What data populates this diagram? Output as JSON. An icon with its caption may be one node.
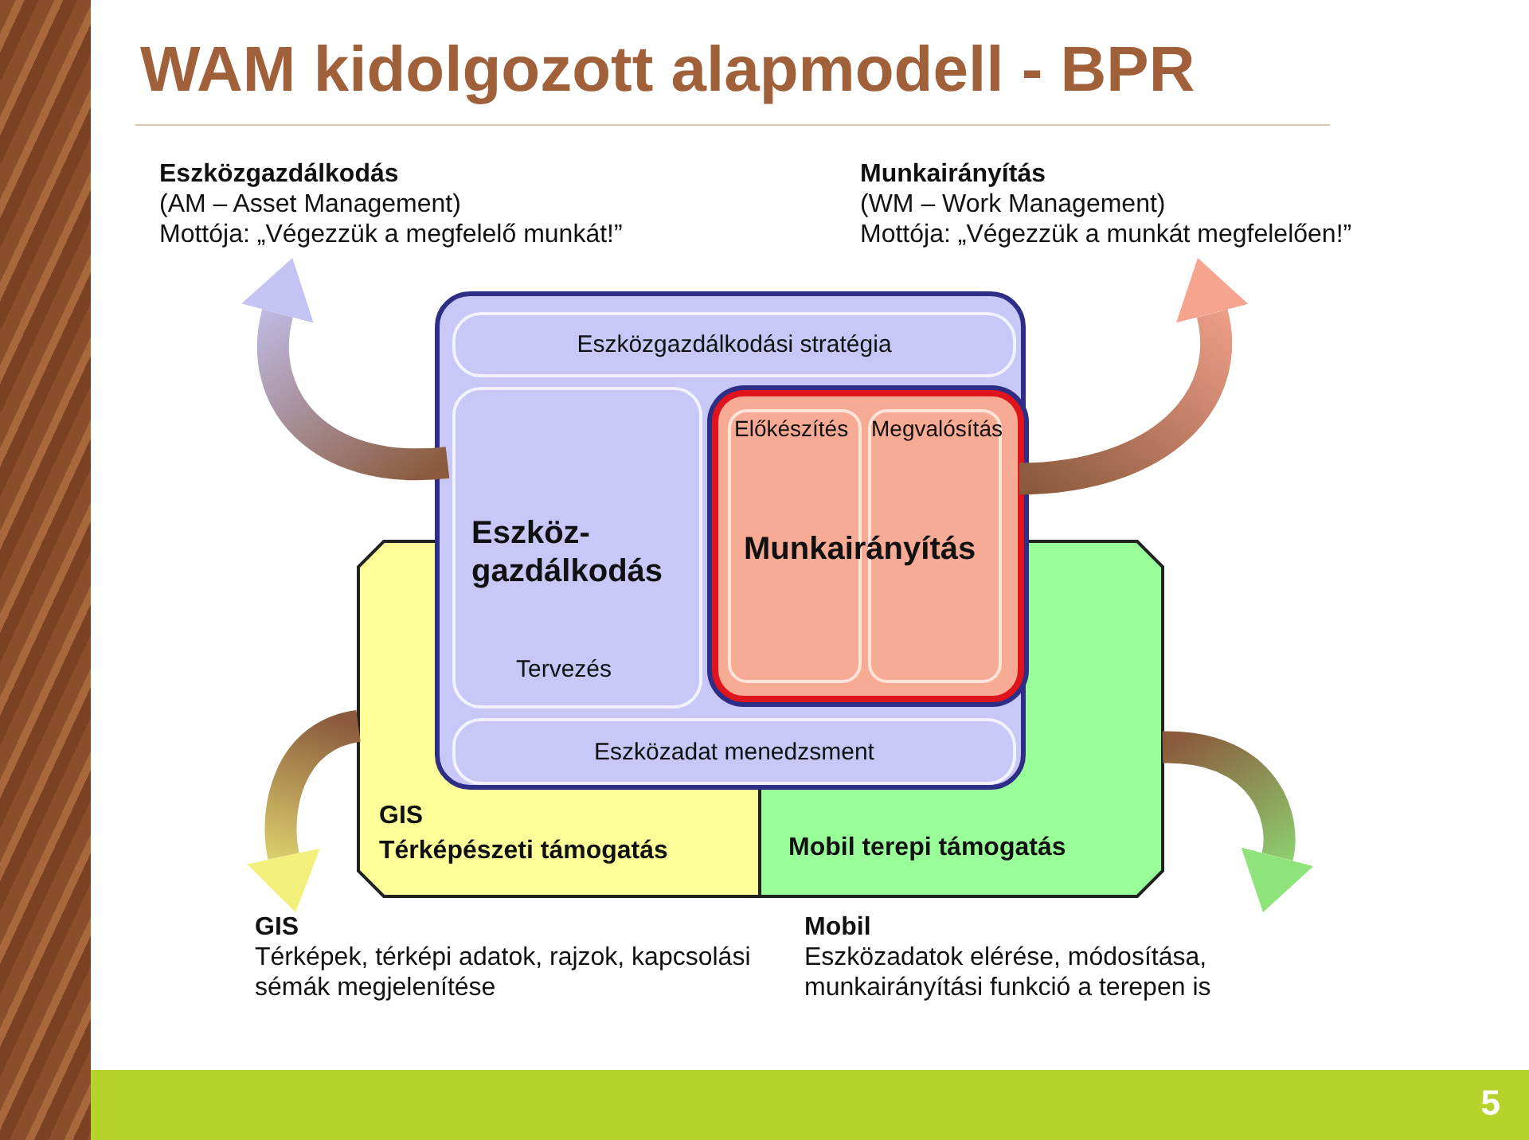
{
  "diagram": {
    "title": "WAM kidolgozott alapmodell - BPR",
    "nodes": [
      {
        "text": [
          "Eszközgazdálkodás",
          "(AM – Asset Management)",
          "Mottója: „Végezzük a megfelelő munkát!”"
        ]
      },
      {
        "text": [
          "Munkairányítás",
          "(WM – Work Management)",
          "Mottója: „Végezzük a munkát megfelelően!”"
        ]
      },
      {
        "text": [],
        "shape": "box"
      },
      {
        "text": [
          "Eszközgazdálkodási stratégia"
        ],
        "in": 2
      },
      {
        "text": [
          "Eszköz- gazdálkodás",
          "Tervezés"
        ],
        "in": 2
      },
      {
        "text": [
          "Előkészítés",
          "Megvalósítás",
          "Munkairányítás"
        ],
        "in": 2
      },
      {
        "text": [
          "Eszközadat menedzsment"
        ],
        "in": 2
      },
      {
        "text": [
          "GIS",
          "Térképészeti támogatás"
        ]
      },
      {
        "text": [
          "Mobil terepi támogatás"
        ]
      },
      {
        "text": [
          "GIS",
          "Térképek, térképi adatok, rajzok, kapcsolási sémák megjelenítése"
        ]
      },
      {
        "text": [
          "Mobil",
          "Eszközadatok elérése, módosítása, munkairányítási funkció a terepen is"
        ]
      }
    ],
    "edges": [
      {
        "from": 4,
        "to": 0,
        "arrow": "to",
        "color": "#c4c4f4"
      },
      {
        "from": 5,
        "to": 1,
        "arrow": "to",
        "color": "#f6a48e"
      },
      {
        "from": 7,
        "to": 9,
        "arrow": "to",
        "color": "#f2f07a"
      },
      {
        "from": 8,
        "to": 10,
        "arrow": "to",
        "color": "#8ee47a"
      }
    ],
    "labels": [
      "5"
    ]
  }
}
